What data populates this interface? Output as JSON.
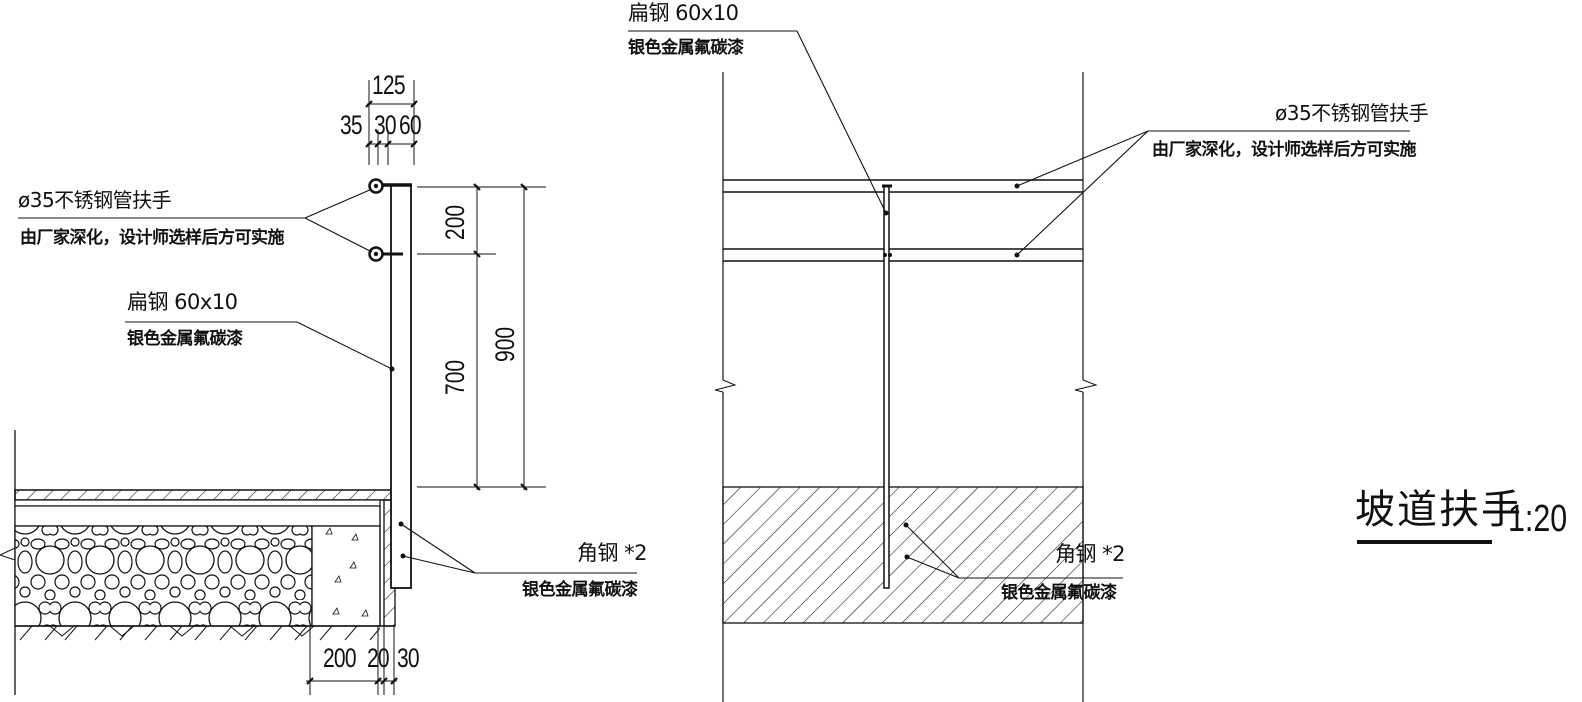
{
  "drawing": {
    "title": "坡道扶手",
    "scale": "1:20"
  },
  "section_view": {
    "top_dimensions": {
      "total": "125",
      "parts": [
        "35",
        "30",
        "60"
      ]
    },
    "vertical_dimensions": {
      "upper": "200",
      "lower": "700",
      "total": "900"
    },
    "bottom_dimensions": [
      "200",
      "20",
      "30"
    ],
    "handrail_label": {
      "line1": "ø35不锈钢管扶手",
      "line2": "由厂家深化，设计师选样后方可实施"
    },
    "flat_steel_label": {
      "line1": "扁钢 60x10",
      "line2": "银色金属氟碳漆"
    },
    "angle_steel_label": {
      "line1": "角钢 *2",
      "line2": "银色金属氟碳漆"
    }
  },
  "elevation_view": {
    "flat_steel_label": {
      "line1": "扁钢 60x10",
      "line2": "银色金属氟碳漆"
    },
    "handrail_label": {
      "line1": "ø35不锈钢管扶手",
      "line2": "由厂家深化，设计师选样后方可实施"
    },
    "angle_steel_label": {
      "line1": "角钢 *2",
      "line2": "银色金属氟碳漆"
    }
  },
  "colors": {
    "line": "#111111",
    "background": "#ffffff"
  }
}
